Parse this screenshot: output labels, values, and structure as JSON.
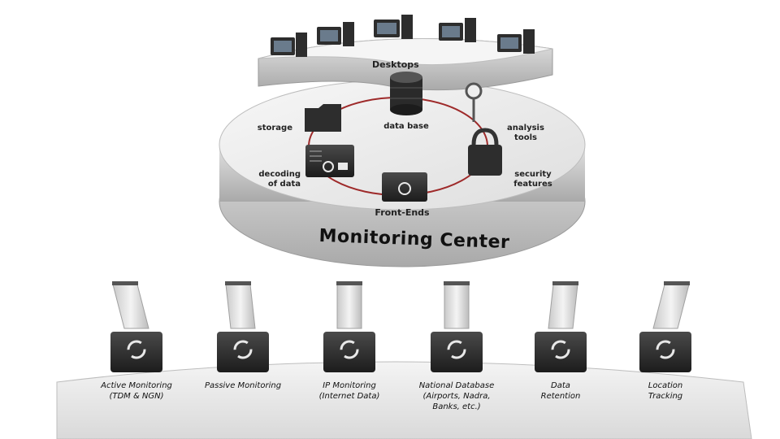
{
  "diagram": {
    "title": "Monitoring Center",
    "desktops_label": "Desktops",
    "ring_nodes": [
      {
        "key": "storage",
        "label": "storage"
      },
      {
        "key": "database",
        "label": "data base"
      },
      {
        "key": "analysis",
        "label": "analysis\ntools"
      },
      {
        "key": "decoding",
        "label": "decoding\nof data"
      },
      {
        "key": "security",
        "label": "security\nfeatures"
      },
      {
        "key": "frontends",
        "label": "Front-Ends"
      }
    ],
    "sources": [
      {
        "label": "Active Monitoring\n(TDM & NGN)"
      },
      {
        "label": "Passive Monitoring"
      },
      {
        "label": "IP Monitoring\n(Internet Data)"
      },
      {
        "label": "National Database\n(Airports, Nadra,\nBanks, etc.)"
      },
      {
        "label": "Data\nRetention"
      },
      {
        "label": "Location\nTracking"
      }
    ],
    "colors": {
      "ring": "#9e2a2a",
      "platform_top": "#f1f1f1",
      "platform_side": "#cfcfcf",
      "device": "#2d2d2d",
      "device_icon": "#e8e8e8"
    }
  }
}
